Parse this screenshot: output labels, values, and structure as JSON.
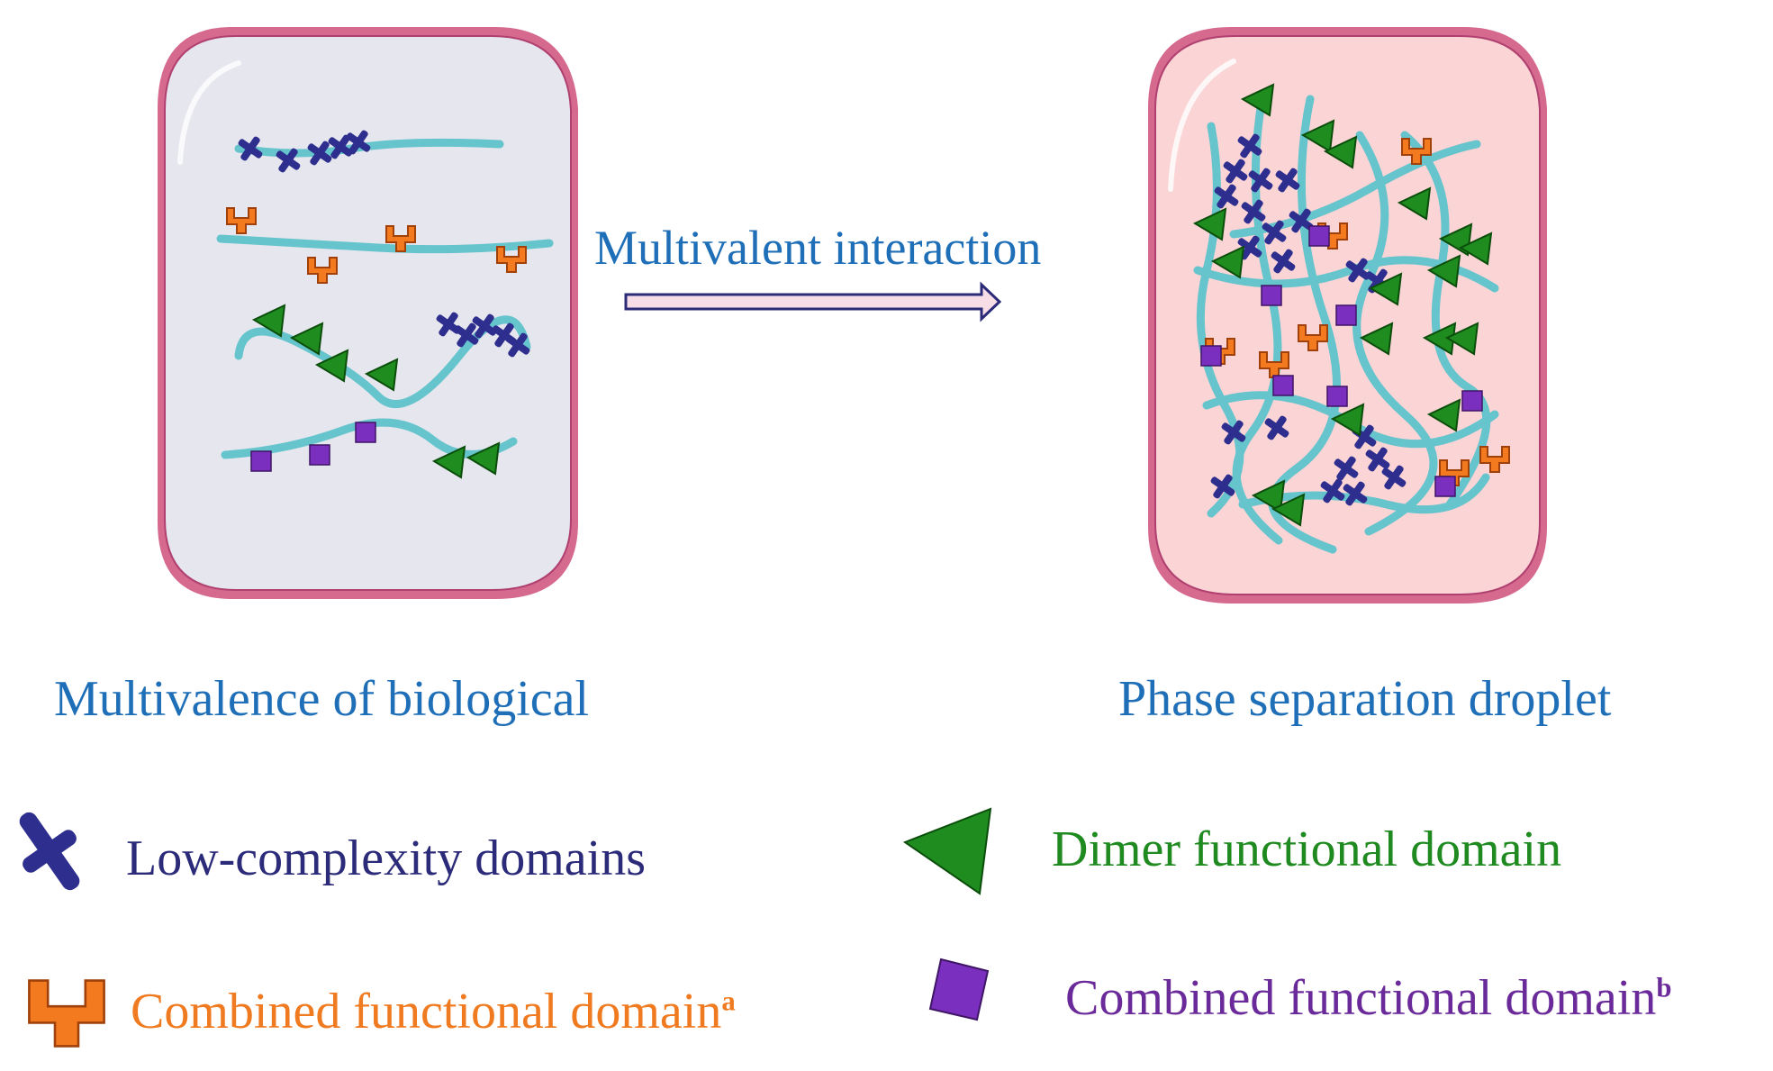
{
  "arrow": {
    "label": "Multivalent interaction"
  },
  "captions": {
    "left": "Multivalence of biological",
    "right": "Phase separation droplet"
  },
  "legend": {
    "low_complexity": {
      "label": "Low-complexity domains",
      "icon": "blue-x-icon",
      "color": "#2e2e8f"
    },
    "dimer": {
      "label": "Dimer functional domain",
      "icon": "green-triangle-icon",
      "color": "#1e8c1e"
    },
    "combined_a": {
      "label": "Combined functional domain",
      "sup": "a",
      "icon": "orange-clamp-icon",
      "color": "#f47a20"
    },
    "combined_b": {
      "label": "Combined functional domain",
      "sup": "b",
      "icon": "purple-square-icon",
      "color": "#7b2fbe"
    }
  },
  "colors": {
    "left_cell_fill": "#e6e6ee",
    "right_cell_fill": "#fbd4d6",
    "cell_border": "#d56a8e",
    "chain": "#66c4cc"
  }
}
